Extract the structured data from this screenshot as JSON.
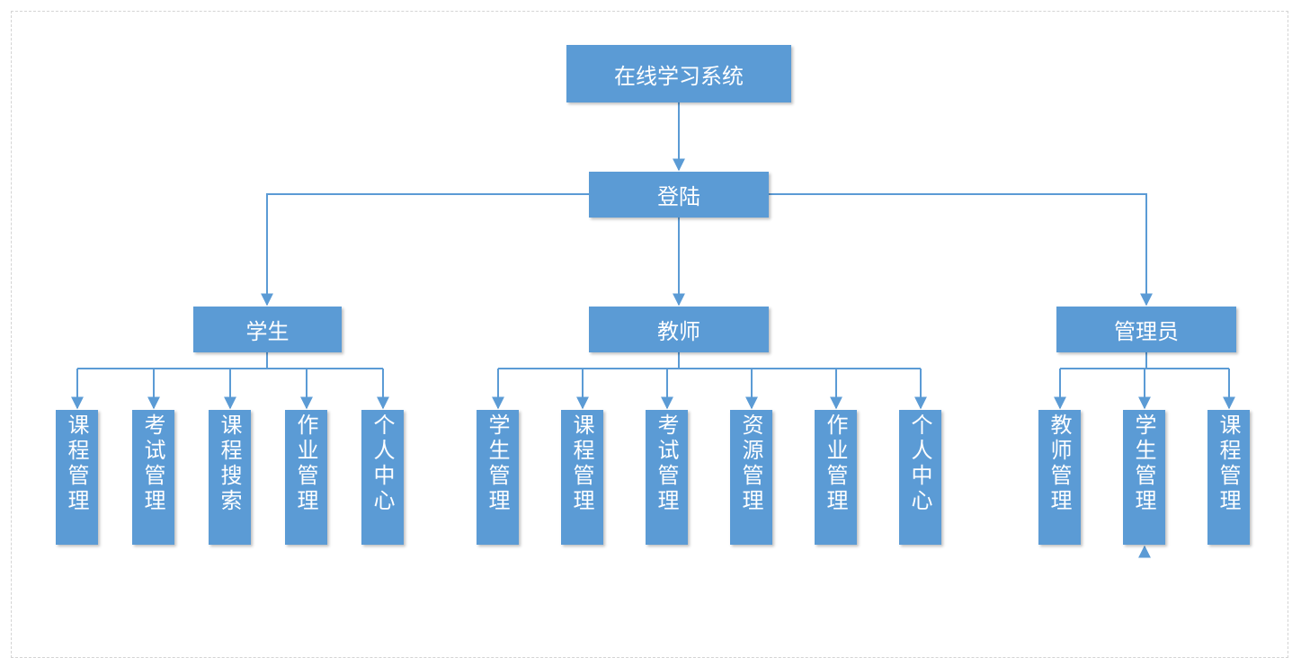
{
  "colors": {
    "node_fill": "#5b9bd5",
    "node_text": "#ffffff",
    "connector": "#5b9bd5"
  },
  "root": {
    "label": "在线学习系统"
  },
  "login": {
    "label": "登陆"
  },
  "roles": [
    {
      "id": "student",
      "label": "学生",
      "children": [
        "课程管理",
        "考试管理",
        "课程搜索",
        "作业管理",
        "个人中心"
      ]
    },
    {
      "id": "teacher",
      "label": "教师",
      "children": [
        "学生管理",
        "课程管理",
        "考试管理",
        "资源管理",
        "作业管理",
        "个人中心"
      ]
    },
    {
      "id": "admin",
      "label": "管理员",
      "children": [
        "教师管理",
        "学生管理",
        "课程管理"
      ]
    }
  ]
}
